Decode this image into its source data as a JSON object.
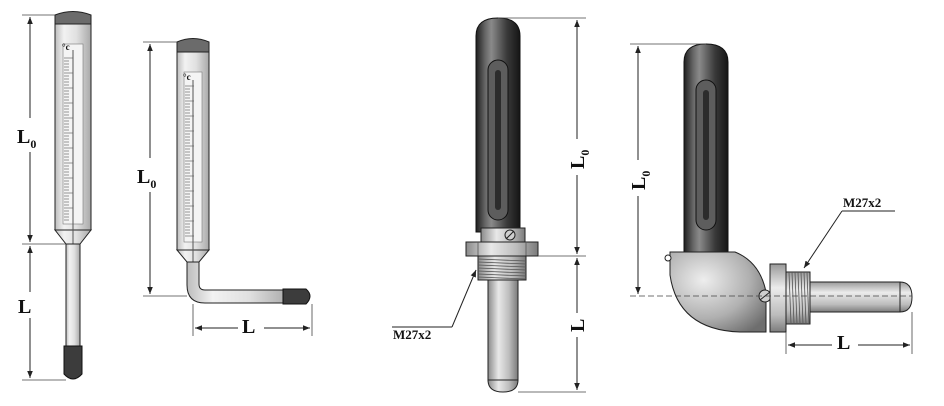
{
  "figures": [
    {
      "id": "straight-glass-thermometer",
      "kind": "glass thermometer, straight",
      "scale_symbol": "°c",
      "dimensions": [
        {
          "label": "L",
          "sub": "0"
        },
        {
          "label": "L",
          "sub": ""
        }
      ]
    },
    {
      "id": "angled-glass-thermometer",
      "kind": "glass thermometer, angled 90°",
      "scale_symbol": "°c",
      "dimensions": [
        {
          "label": "L",
          "sub": "0"
        },
        {
          "label": "L",
          "sub": ""
        }
      ]
    },
    {
      "id": "straight-protective-case",
      "kind": "thermometer in protective case, straight",
      "thread": "M27x2",
      "dimensions": [
        {
          "label": "L",
          "sub": "0"
        },
        {
          "label": "L",
          "sub": ""
        }
      ]
    },
    {
      "id": "angled-protective-case",
      "kind": "thermometer in protective case, angled",
      "thread": "M27x2",
      "dimensions": [
        {
          "label": "L",
          "sub": "0"
        },
        {
          "label": "L",
          "sub": ""
        }
      ]
    }
  ],
  "labels": {
    "fig1_L0": "L",
    "fig1_L0_sub": "0",
    "fig1_L": "L",
    "fig1_scale": "°c",
    "fig2_L0": "L",
    "fig2_L0_sub": "0",
    "fig2_L": "L",
    "fig2_scale": "°c",
    "fig3_L0": "L",
    "fig3_L0_sub": "0",
    "fig3_L": "L",
    "fig3_thread": "M27x2",
    "fig4_L0": "L",
    "fig4_L0_sub": "0",
    "fig4_L": "L",
    "fig4_thread": "M27x2"
  },
  "colors": {
    "ink": "#222222",
    "glass": "#e6e6e6",
    "metal_dark": "#3a3a3a",
    "metal_mid": "#9a9a9a",
    "metal_light": "#d8d8d8"
  }
}
